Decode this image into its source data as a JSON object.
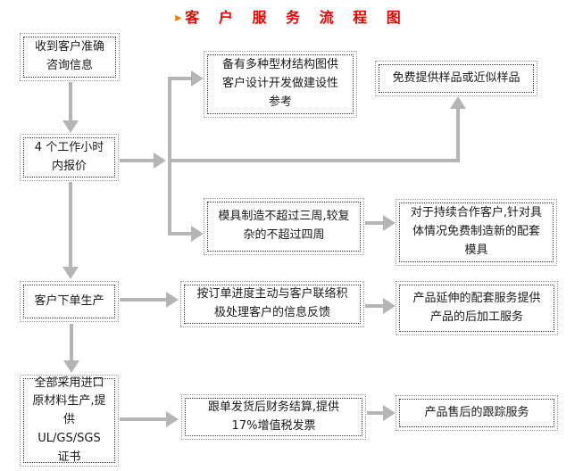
{
  "title": {
    "bullet": "▸",
    "text": "客 户 服 务 流 程 图"
  },
  "colors": {
    "title_text": "#ee0000",
    "title_bullet": "#ff7700",
    "arrow": "#b5b5b5",
    "box_border_outer": "#9a9a9a",
    "box_border_inner": "#383838",
    "box_background": "#ffffff",
    "page_background": "#ffffff",
    "box_text": "#1a1a1a"
  },
  "boxes": [
    {
      "id": "receive-inquiry",
      "label": "收到客户准确咨询信息"
    },
    {
      "id": "quote-in-4-hours",
      "label": "4 个工作小时内报价"
    },
    {
      "id": "customer-order",
      "label": "客户下单生产"
    },
    {
      "id": "imported-materials",
      "label": "全部采用进口原材料生产,提供 UL/GS/SGS 证书"
    },
    {
      "id": "profile-drawings",
      "label": "备有多种型材结构图供客户设计开发做建设性参考"
    },
    {
      "id": "mold-lead-time",
      "label": "模具制造不超过三周,较复杂的不超过四周"
    },
    {
      "id": "order-progress",
      "label": "按订单进度主动与客户联络积极处理客户的信息反馈"
    },
    {
      "id": "invoice",
      "label": "跟单发货后财务结算,提供17%增值税发票"
    },
    {
      "id": "free-samples",
      "label": "免费提供样品或近似样品"
    },
    {
      "id": "free-new-molds",
      "label": "对于持续合作客户,针对具体情况免费制造新的配套模具"
    },
    {
      "id": "post-processing",
      "label": "产品延伸的配套服务提供产品的后加工服务"
    },
    {
      "id": "after-sales",
      "label": "产品售后的跟踪服务"
    }
  ]
}
